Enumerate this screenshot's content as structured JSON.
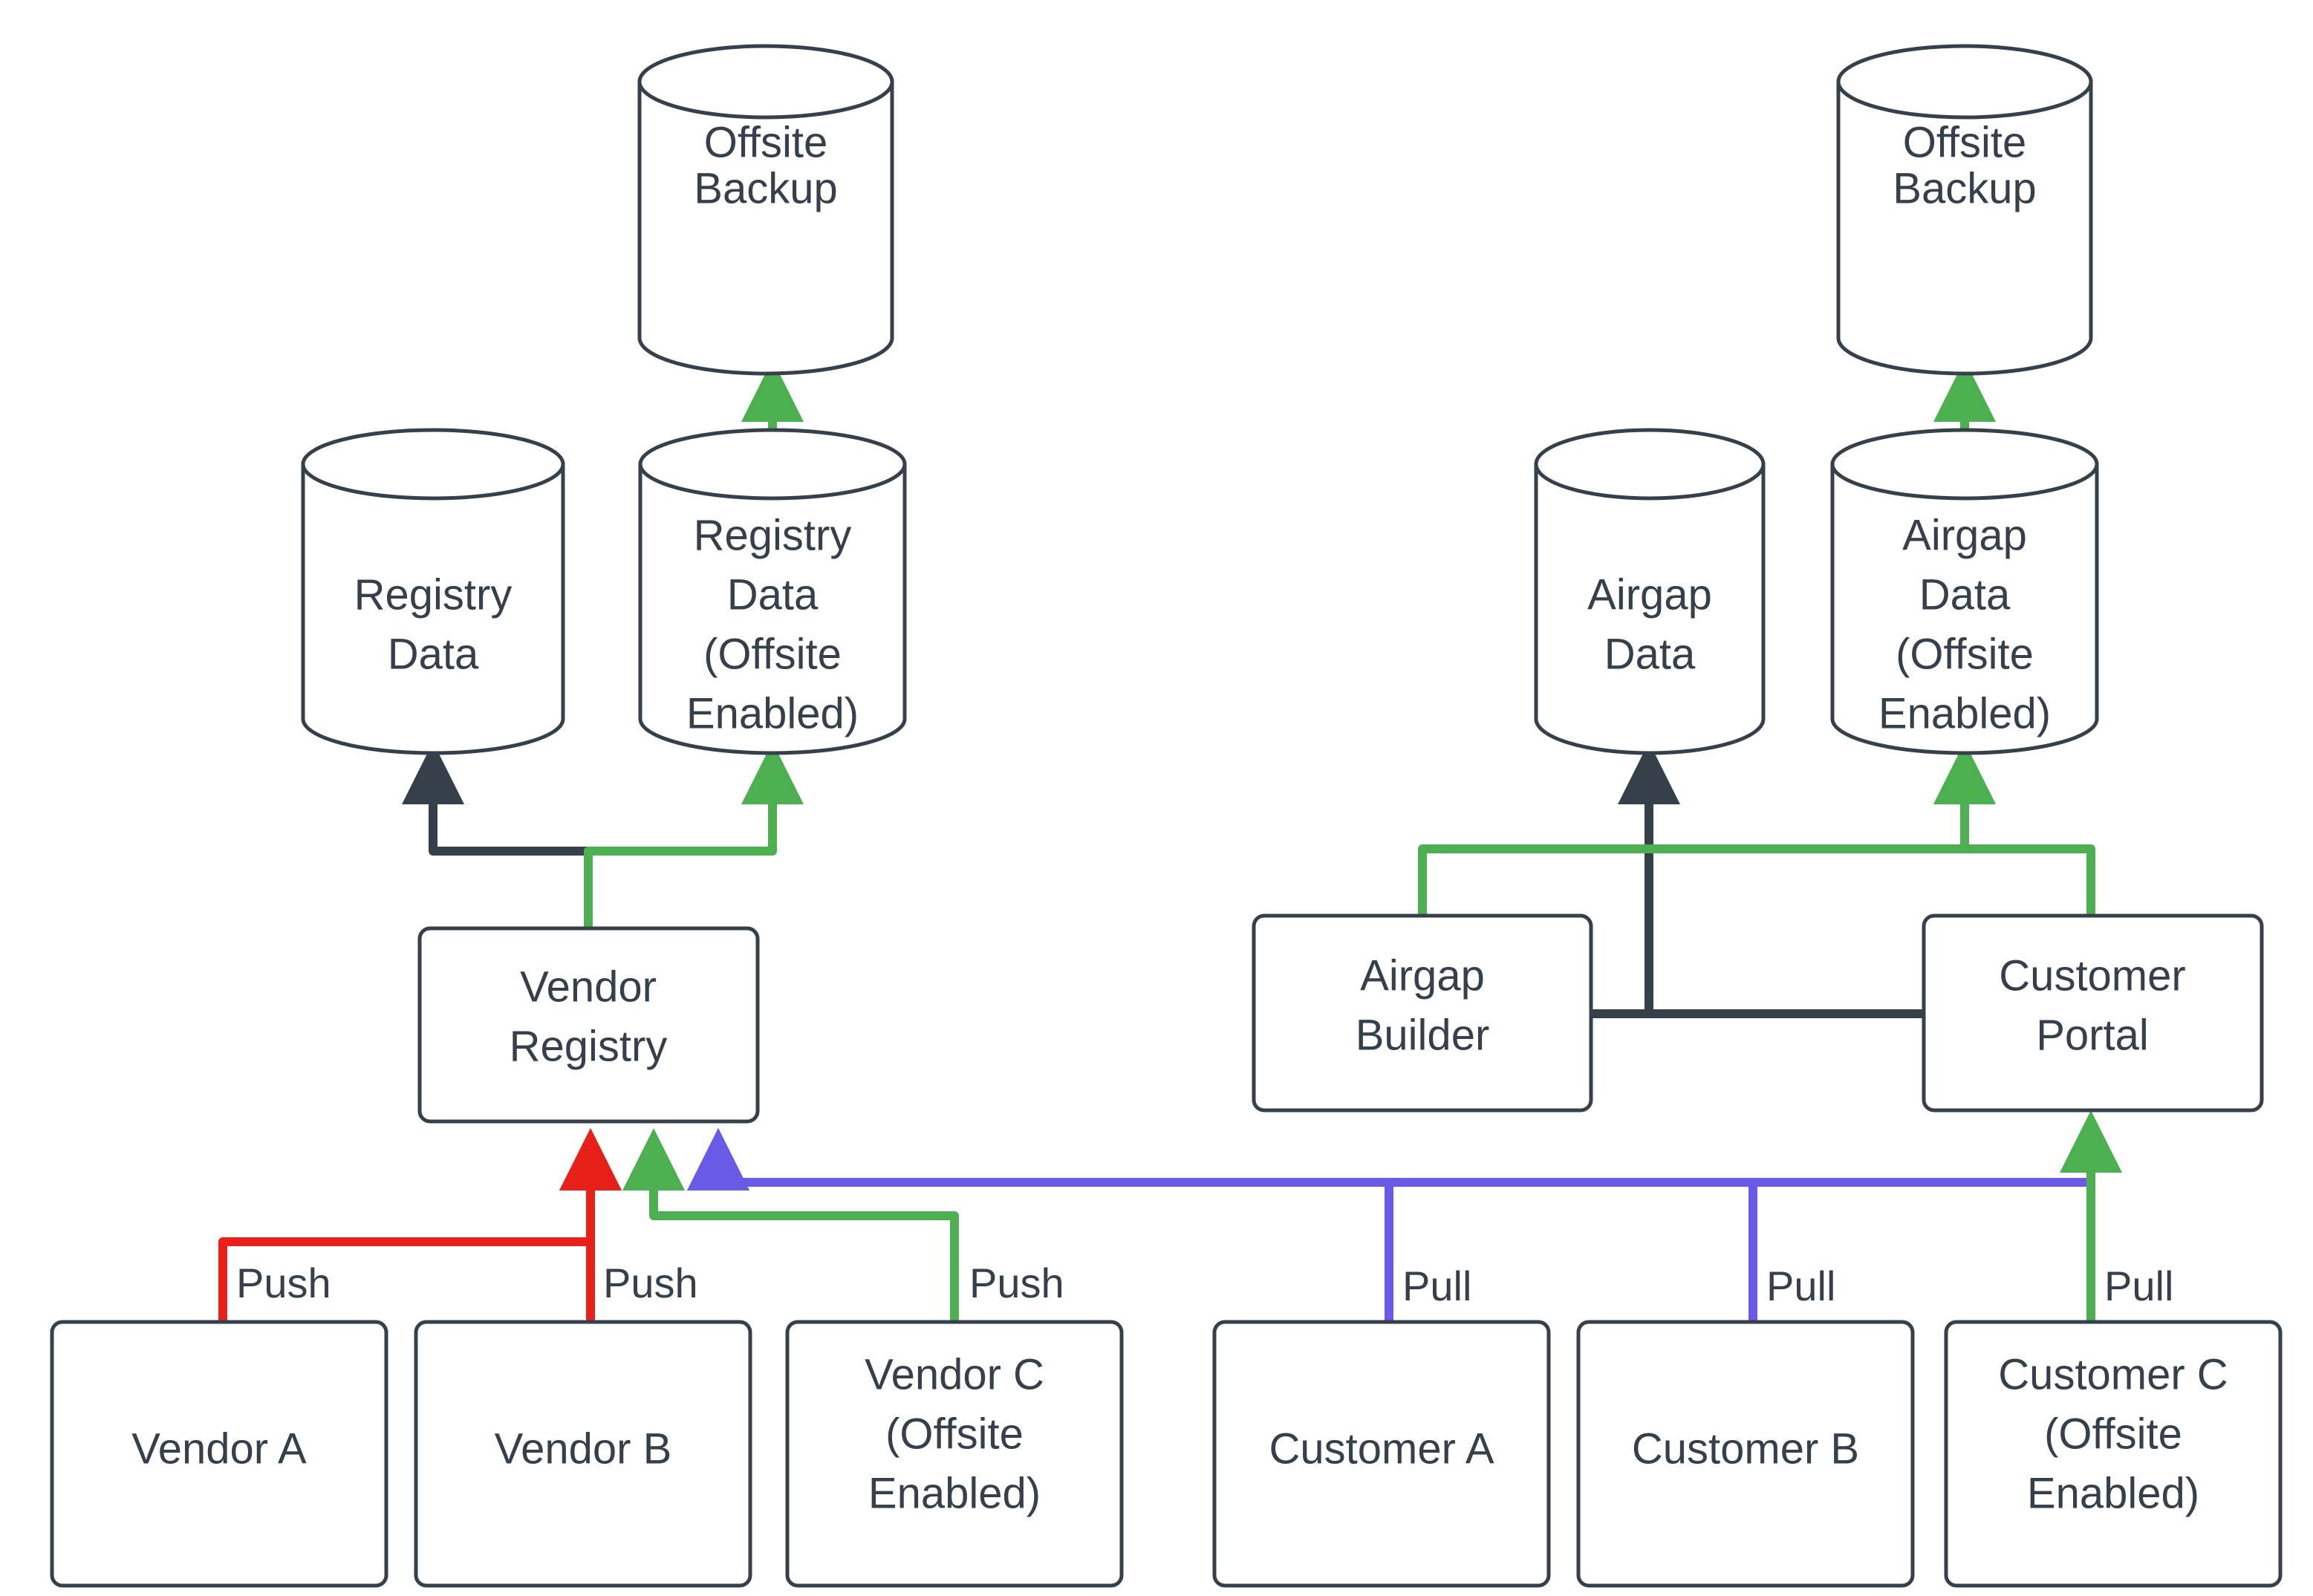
{
  "colors": {
    "stroke_dark": "#36404a",
    "text": "#36404a",
    "background": "#ffffff",
    "red": "#e8201a",
    "green": "#4caf50",
    "blue": "#6a5ae8"
  },
  "nodes": {
    "offsite_backup_left": {
      "label_line1": "Offsite",
      "label_line2": "Backup",
      "type": "cylinder"
    },
    "offsite_backup_right": {
      "label_line1": "Offsite",
      "label_line2": "Backup",
      "type": "cylinder"
    },
    "registry_data": {
      "label_line1": "Registry",
      "label_line2": "Data",
      "type": "cylinder"
    },
    "registry_data_offsite": {
      "label_line1": "Registry",
      "label_line2": "Data",
      "label_line3": "(Offsite",
      "label_line4": "Enabled)",
      "type": "cylinder"
    },
    "airgap_data": {
      "label_line1": "Airgap",
      "label_line2": "Data",
      "type": "cylinder"
    },
    "airgap_data_offsite": {
      "label_line1": "Airgap",
      "label_line2": "Data",
      "label_line3": "(Offsite",
      "label_line4": "Enabled)",
      "type": "cylinder"
    },
    "vendor_registry": {
      "label_line1": "Vendor",
      "label_line2": "Registry",
      "type": "box"
    },
    "airgap_builder": {
      "label_line1": "Airgap",
      "label_line2": "Builder",
      "type": "box"
    },
    "customer_portal": {
      "label_line1": "Customer",
      "label_line2": "Portal",
      "type": "box"
    },
    "vendor_a": {
      "label_line1": "Vendor A",
      "type": "box"
    },
    "vendor_b": {
      "label_line1": "Vendor B",
      "type": "box"
    },
    "vendor_c": {
      "label_line1": "Vendor C",
      "label_line2": "(Offsite",
      "label_line3": "Enabled)",
      "type": "box"
    },
    "customer_a": {
      "label_line1": "Customer A",
      "type": "box"
    },
    "customer_b": {
      "label_line1": "Customer B",
      "type": "box"
    },
    "customer_c": {
      "label_line1": "Customer C",
      "label_line2": "(Offsite",
      "label_line3": "Enabled)",
      "type": "box"
    }
  },
  "edges": [
    {
      "id": "vendor-a-push",
      "from": "vendor_a",
      "to": "vendor_registry",
      "label": "Push",
      "color": "#e8201a"
    },
    {
      "id": "vendor-b-push",
      "from": "vendor_b",
      "to": "vendor_registry",
      "label": "Push",
      "color": "#e8201a"
    },
    {
      "id": "vendor-c-push",
      "from": "vendor_c",
      "to": "vendor_registry",
      "label": "Push",
      "color": "#4caf50"
    },
    {
      "id": "customer-a-pull",
      "from": "customer_a",
      "to": "vendor_registry",
      "label": "Pull",
      "color": "#6a5ae8"
    },
    {
      "id": "customer-b-pull",
      "from": "customer_b",
      "to": "vendor_registry",
      "label": "Pull",
      "color": "#6a5ae8"
    },
    {
      "id": "customer-c-pull",
      "from": "customer_c",
      "to": "customer_portal",
      "label": "Pull",
      "color": "#4caf50"
    },
    {
      "id": "registry-to-registry-data",
      "from": "vendor_registry",
      "to": "registry_data",
      "label": "",
      "color": "#36404a"
    },
    {
      "id": "registry-to-registry-data-offsite",
      "from": "vendor_registry",
      "to": "registry_data_offsite",
      "label": "",
      "color": "#4caf50"
    },
    {
      "id": "registry-data-offsite-to-backup",
      "from": "registry_data_offsite",
      "to": "offsite_backup_left",
      "label": "",
      "color": "#4caf50"
    },
    {
      "id": "builder-portal-to-airgap-data",
      "from": "airgap_builder",
      "to": "airgap_data",
      "label": "",
      "color": "#36404a"
    },
    {
      "id": "builder-to-airgap-data-offsite",
      "from": "airgap_builder",
      "to": "airgap_data_offsite",
      "label": "",
      "color": "#4caf50"
    },
    {
      "id": "portal-to-airgap-data-offsite",
      "from": "customer_portal",
      "to": "airgap_data_offsite",
      "label": "",
      "color": "#4caf50"
    },
    {
      "id": "airgap-data-offsite-to-backup",
      "from": "airgap_data_offsite",
      "to": "offsite_backup_right",
      "label": "",
      "color": "#4caf50"
    }
  ],
  "edge_labels": {
    "push_a": "Push",
    "push_b": "Push",
    "push_c": "Push",
    "pull_a": "Pull",
    "pull_b": "Pull",
    "pull_c": "Pull"
  }
}
